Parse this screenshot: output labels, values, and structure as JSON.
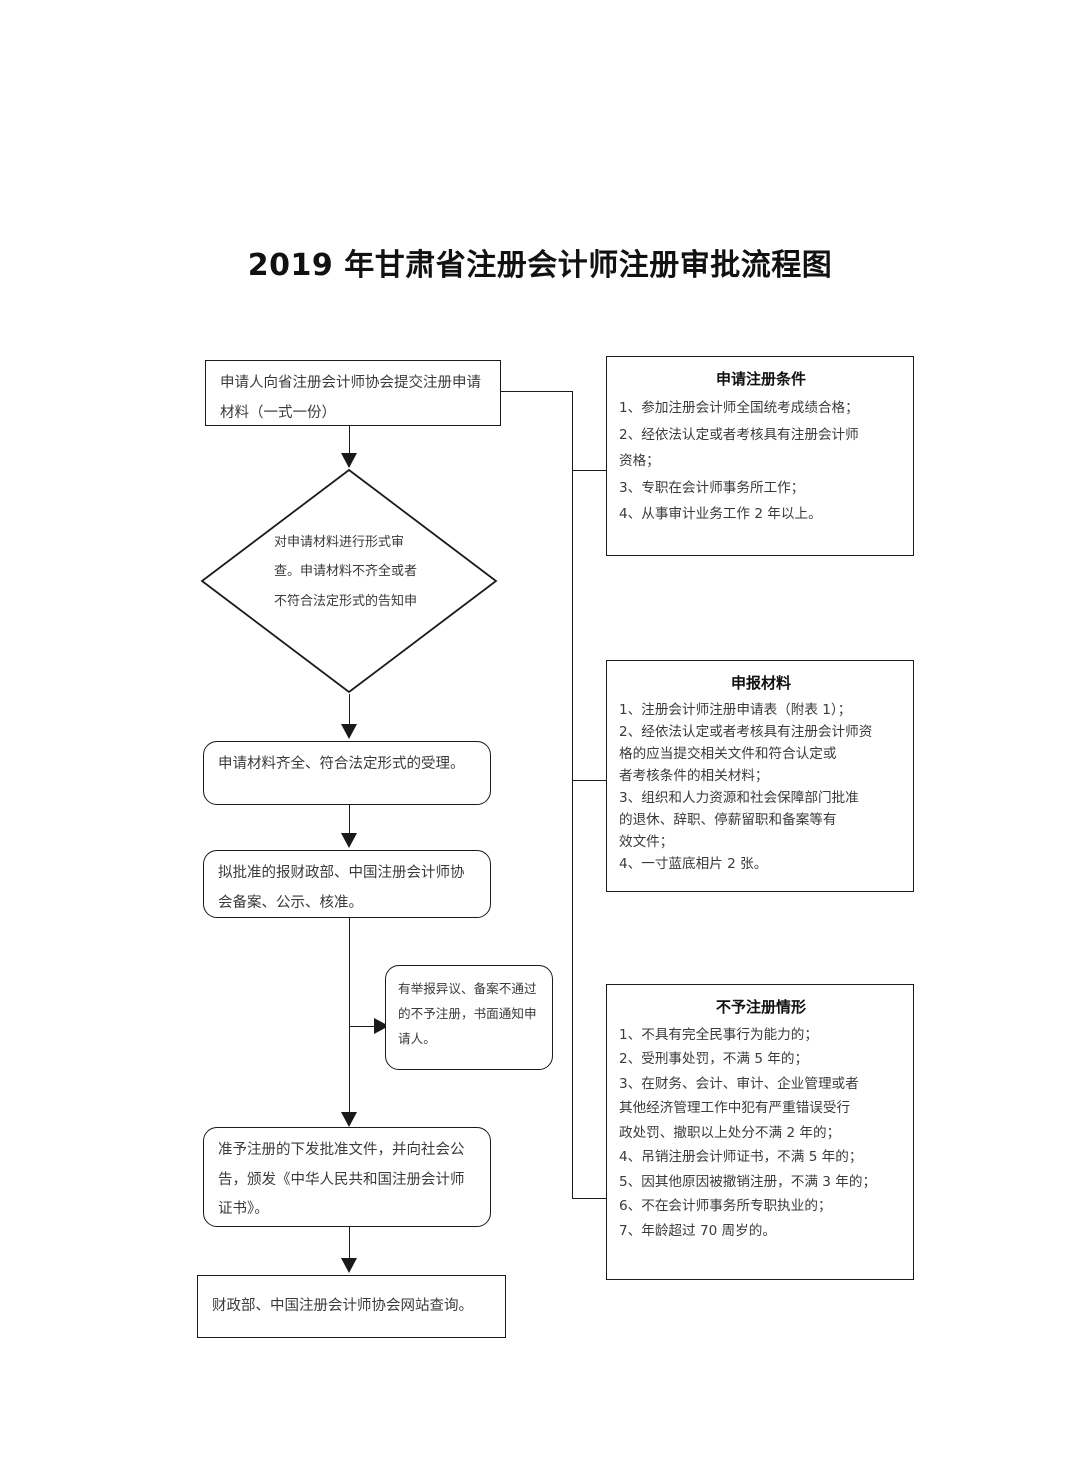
{
  "document": {
    "title": "2019 年甘肃省注册会计师注册审批流程图"
  },
  "flow": {
    "nodes": [
      {
        "id": "submit-application",
        "shape": "rectangle",
        "text": "申请人向省注册会计师协会提交注册申请材料（一式一份）"
      },
      {
        "id": "formal-review",
        "shape": "diamond",
        "text": "对申请材料进行形式审查。申请材料不齐全或者不符合法定形式的告知申请"
      },
      {
        "id": "accept-application",
        "shape": "rounded-rectangle",
        "text": "申请材料齐全、符合法定形式的受理。"
      },
      {
        "id": "propose-approval",
        "shape": "rounded-rectangle",
        "text": "拟批准的报财政部、中国注册会计师协会备案、公示、核准。"
      },
      {
        "id": "objection-notice",
        "shape": "rounded-rectangle",
        "text": "有举报异议、备案不通过的不予注册，书面通知申请人。"
      },
      {
        "id": "grant-registration",
        "shape": "rounded-rectangle",
        "text": "准予注册的下发批准文件，并向社会公告，颁发《中华人民共和国注册会计师证书》。"
      },
      {
        "id": "website-query",
        "shape": "rectangle",
        "text": "财政部、中国注册会计师协会网站查询。"
      }
    ]
  },
  "panels": {
    "conditions": {
      "title": "申请注册条件",
      "items": [
        "1、参加注册会计师全国统考成绩合格；",
        "2、经依法认定或者考核具有注册会计师\n        资格；",
        "3、专职在会计师事务所工作；",
        "4、从事审计业务工作 2 年以上。"
      ]
    },
    "materials": {
      "title": "申报材料",
      "items": [
        "1、注册会计师注册申请表（附表 1）；",
        "2、经依法认定或者考核具有注册会计师资\n        格的应当提交相关文件和符合认定或\n        者考核条件的相关材料；",
        " 3、组织和人力资源和社会保障部门批准\n        的退休、辞职、停薪留职和备案等有\n        效文件；",
        "4、一寸蓝底相片 2 张。"
      ]
    },
    "refusal": {
      "title": "不予注册情形",
      "items": [
        "1、不具有完全民事行为能力的；",
        "2、受刑事处罚，不满 5 年的；",
        "3、在财务、会计、审计、企业管理或者\n其他经济管理工作中犯有严重错误受行\n政处罚、撤职以上处分不满 2 年的；",
        "4、吊销注册会计师证书，不满 5 年的；",
        "5、因其他原因被撤销注册，不满 3 年的；",
        "6、不在会计师事务所专职执业的；",
        "7、年龄超过 70 周岁的。"
      ]
    }
  },
  "colors": {
    "stroke": "#1a1a1a",
    "text": "#3a3a3a",
    "heading": "#111111",
    "background": "#ffffff"
  }
}
